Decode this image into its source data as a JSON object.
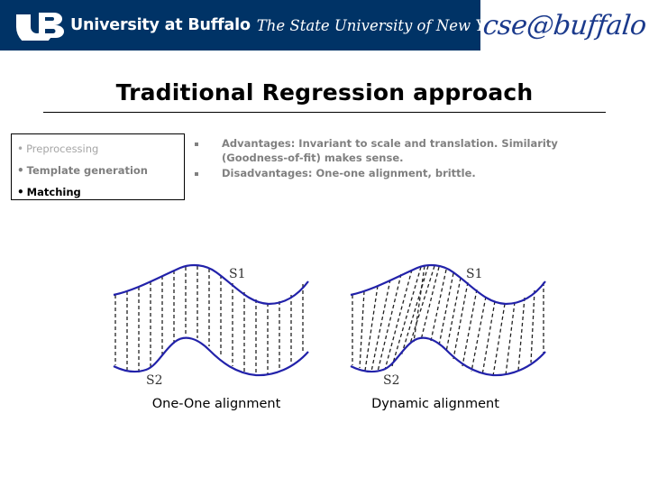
{
  "header": {
    "institution_mark": "UB",
    "wordmark": "University at Buffalo",
    "tagline": "The State University of New York",
    "department_logo": "cse@buffalo",
    "band_color": "#003366",
    "logo_color": "#1b3a8c"
  },
  "slide": {
    "title": "Traditional Regression approach"
  },
  "stages": {
    "items": [
      {
        "label": "Preprocessing",
        "emphasis": "dim"
      },
      {
        "label": "Template generation",
        "emphasis": "mid"
      },
      {
        "label": "Matching",
        "emphasis": "strong"
      }
    ],
    "bullet_glyph": "•"
  },
  "points": {
    "items": [
      {
        "text": "Advantages:  Invariant to scale and translation. Similarity (Goodness-of-fit) makes sense."
      },
      {
        "text": "Disadvantages:  One-one alignment, brittle."
      }
    ],
    "text_color": "#808080"
  },
  "figures": {
    "curve_color": "#2222aa",
    "link_color": "#222222",
    "left": {
      "caption": "One-One alignment",
      "label_top": "S1",
      "label_bottom": "S2",
      "alignment_type": "one-to-one"
    },
    "right": {
      "caption": "Dynamic alignment",
      "label_top": "S1",
      "label_bottom": "S2",
      "alignment_type": "dynamic-time-warping"
    }
  }
}
